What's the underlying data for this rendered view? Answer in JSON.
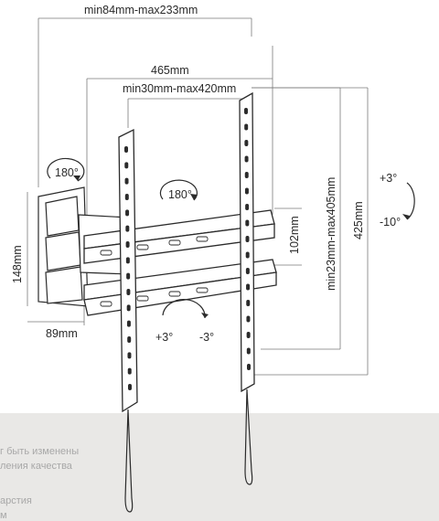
{
  "dimensions": {
    "depth_range": "min84mm-max233mm",
    "bracket_width": "465mm",
    "hole_spacing_horizontal": "min30mm-max420mm",
    "hole_spacing_vertical": "min23mm-max405mm",
    "bracket_height": "425mm",
    "rail_height": "102mm",
    "wall_plate_height": "148mm",
    "wall_plate_depth": "89mm"
  },
  "rotations": {
    "arm_swivel": "180°",
    "center_swivel": "180°",
    "tilt_up": "+3°",
    "tilt_down": "-10°",
    "level_plus": "+3°",
    "level_minus": "-3°"
  },
  "notes": {
    "line1": "г быть изменены",
    "line2": "ления качества",
    "line3": "арстия",
    "line4": "м"
  },
  "colors": {
    "line": "#2b2b2b",
    "dim_line": "#7a7a7a",
    "background_bottom": "#e9e8e6"
  }
}
